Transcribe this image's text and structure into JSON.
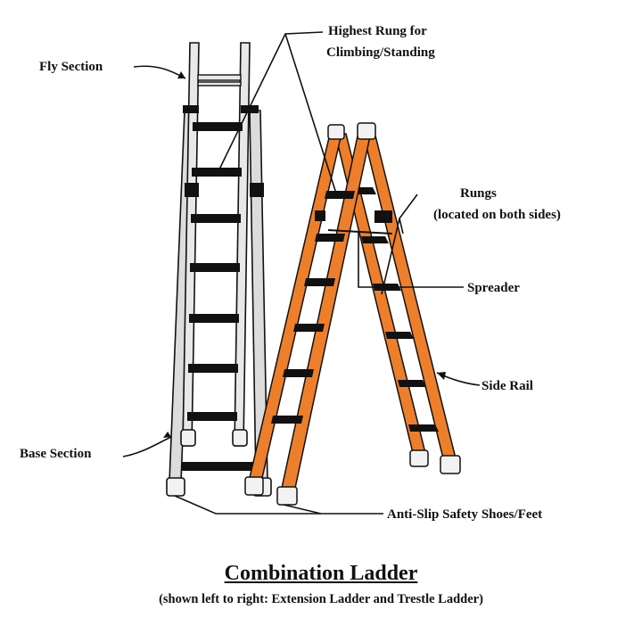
{
  "labels": {
    "highest_rung_line1": "Highest Rung for",
    "highest_rung_line2": "Climbing/Standing",
    "fly_section": "Fly Section",
    "rungs_line1": "Rungs",
    "rungs_line2": "(located on both sides)",
    "spreader": "Spreader",
    "side_rail": "Side Rail",
    "base_section": "Base Section",
    "anti_slip": "Anti-Slip Safety Shoes/Feet"
  },
  "caption": {
    "title": "Combination Ladder",
    "subtitle": "(shown left to right: Extension Ladder and Trestle Ladder)"
  },
  "colors": {
    "trestle_rail": "#ee7f2a",
    "trestle_rail_dark": "#b85612",
    "extension_rail": "#d9d9d9",
    "rung": "#111111",
    "line": "#111111"
  }
}
